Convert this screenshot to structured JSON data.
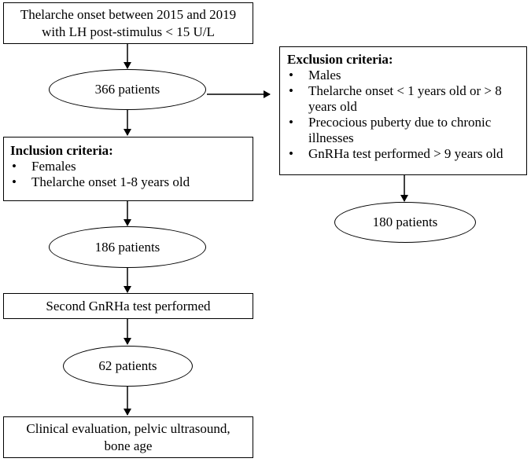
{
  "start_box": {
    "line1": "Thelarche onset between 2015 and 2019",
    "line2": "with LH post-stimulus < 15 U/L"
  },
  "oval_366": "366 patients",
  "exclusion": {
    "title": "Exclusion criteria:",
    "items": [
      "Males",
      "Thelarche onset < 1 years old or > 8 years old",
      "Precocious puberty due to chronic illnesses",
      "GnRHa test performed > 9 years old"
    ]
  },
  "oval_180": "180 patients",
  "inclusion": {
    "title": "Inclusion criteria:",
    "items": [
      "Females",
      "Thelarche onset 1-8 years old"
    ]
  },
  "oval_186": "186 patients",
  "second_test_box": "Second GnRHa test performed",
  "oval_62": "62 patients",
  "final_box": {
    "line1": "Clinical evaluation, pelvic ultrasound,",
    "line2": "bone age"
  }
}
